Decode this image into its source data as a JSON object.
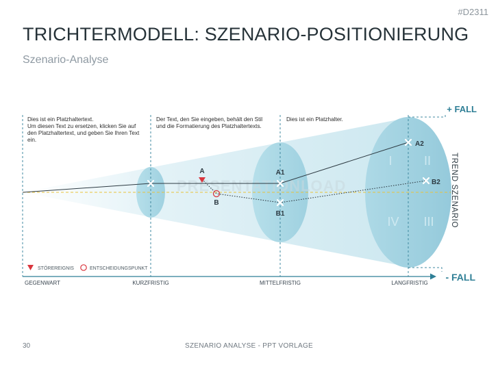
{
  "slide_id": "#D2311",
  "title": "TRICHTERMODELL:  SZENARIO-POSITIONIERUNG",
  "subtitle": "Szenario-Analyse",
  "notes": [
    "Dies ist ein Platzhaltertext.\nUm diesen Text zu ersetzen, klicken Sie auf den Platzhaltertext, und geben Sie Ihren Text ein.",
    "Der Text, den Sie eingeben, behält den Stil und die Formatierung des Platzhaltertexts.",
    "Dies ist ein Platzhalter."
  ],
  "labels": {
    "plus_fall": "+ FALL",
    "minus_fall": "- FALL",
    "trend": "TREND SZENARIO",
    "point_a": "A",
    "point_b": "B",
    "point_a1": "A1",
    "point_b1": "B1",
    "point_a2": "A2",
    "point_b2": "B2",
    "quadrant_1": "I",
    "quadrant_2": "II",
    "quadrant_3": "III",
    "quadrant_4": "IV"
  },
  "legend": {
    "stoerereignis": "STÖREREIGNIS",
    "entscheidungspunkt": "ENTSCHEIDUNGSPUNKT"
  },
  "timeline": [
    "GEGENWART",
    "KURZFRISTIG",
    "MITTELFRISTIG",
    "LANGFRISTIG"
  ],
  "watermark": "PRESENTATIONLOAD",
  "footer": {
    "page": "30",
    "text": "SZENARIO ANALYSE - PPT  VORLAGE"
  },
  "colors": {
    "accent": "#2f7f96",
    "funnel_light": "#d9eef4",
    "ellipse": "#9fd3e2",
    "marker_red": "#d9363e",
    "trend_line": "#e8c23a"
  }
}
